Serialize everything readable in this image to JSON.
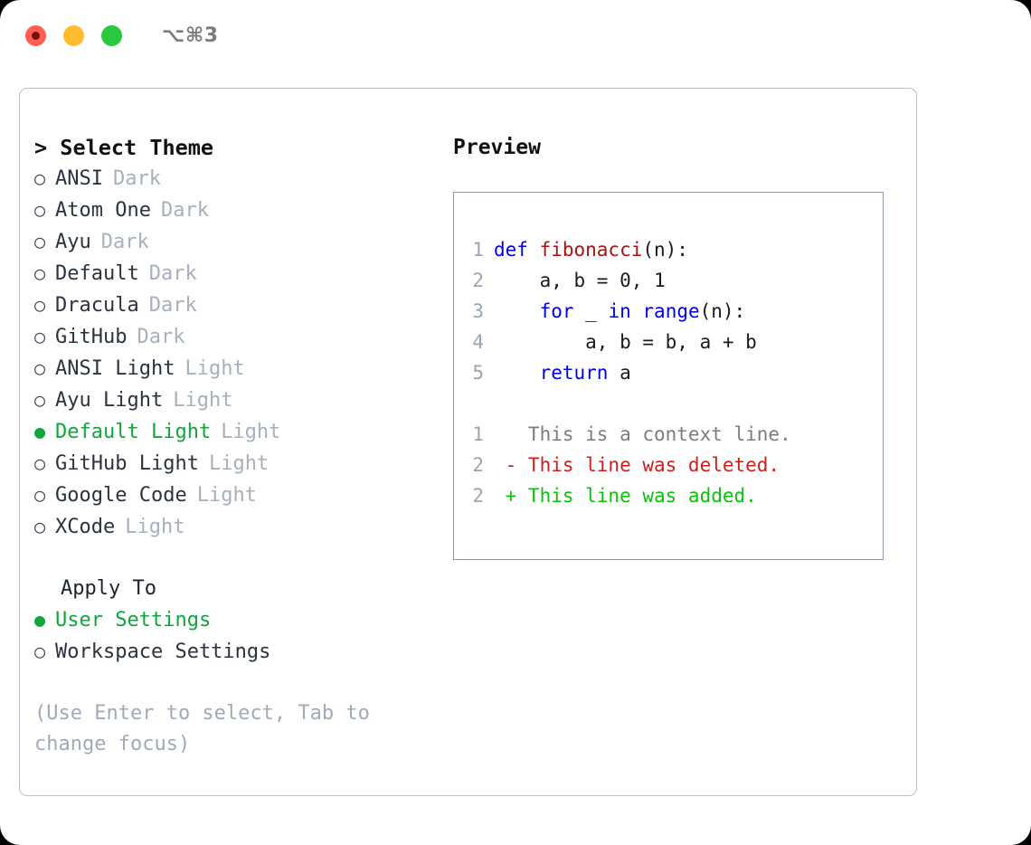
{
  "titlebar": {
    "shortcut": "⌥⌘3",
    "buttons": [
      {
        "name": "close",
        "color": "#ff5f57"
      },
      {
        "name": "minimize",
        "color": "#febc2e"
      },
      {
        "name": "maximize",
        "color": "#28c840"
      }
    ]
  },
  "left": {
    "heading": "> Select Theme",
    "themes": [
      {
        "bullet": "○",
        "name": "ANSI",
        "badge": "Dark",
        "selected": false
      },
      {
        "bullet": "○",
        "name": "Atom One",
        "badge": "Dark",
        "selected": false
      },
      {
        "bullet": "○",
        "name": "Ayu",
        "badge": "Dark",
        "selected": false
      },
      {
        "bullet": "○",
        "name": "Default",
        "badge": "Dark",
        "selected": false
      },
      {
        "bullet": "○",
        "name": "Dracula",
        "badge": "Dark",
        "selected": false
      },
      {
        "bullet": "○",
        "name": "GitHub",
        "badge": "Dark",
        "selected": false
      },
      {
        "bullet": "○",
        "name": "ANSI Light",
        "badge": "Light",
        "selected": false
      },
      {
        "bullet": "○",
        "name": "Ayu Light",
        "badge": "Light",
        "selected": false
      },
      {
        "bullet": "●",
        "name": "Default Light",
        "badge": "Light",
        "selected": true
      },
      {
        "bullet": "○",
        "name": "GitHub Light",
        "badge": "Light",
        "selected": false
      },
      {
        "bullet": "○",
        "name": "Google Code",
        "badge": "Light",
        "selected": false
      },
      {
        "bullet": "○",
        "name": "XCode",
        "badge": "Light",
        "selected": false
      }
    ],
    "apply_to": {
      "title": "Apply To",
      "options": [
        {
          "bullet": "●",
          "label": "User Settings",
          "selected": true
        },
        {
          "bullet": "○",
          "label": "Workspace Settings",
          "selected": false
        }
      ]
    },
    "hint": "(Use Enter to select, Tab to change focus)"
  },
  "right": {
    "title": "Preview",
    "code_lines": [
      {
        "num": "1",
        "tokens": [
          {
            "t": "def ",
            "c": "kw"
          },
          {
            "t": "fibonacci",
            "c": "fn"
          },
          {
            "t": "(n):",
            "c": "plain"
          }
        ]
      },
      {
        "num": "2",
        "tokens": [
          {
            "t": "    a, b = 0, 1",
            "c": "plain"
          }
        ]
      },
      {
        "num": "3",
        "tokens": [
          {
            "t": "    ",
            "c": "plain"
          },
          {
            "t": "for",
            "c": "kw"
          },
          {
            "t": " _ ",
            "c": "plain"
          },
          {
            "t": "in",
            "c": "kw"
          },
          {
            "t": " ",
            "c": "plain"
          },
          {
            "t": "range",
            "c": "kw"
          },
          {
            "t": "(n):",
            "c": "plain"
          }
        ]
      },
      {
        "num": "4",
        "tokens": [
          {
            "t": "        a, b = b, a + b",
            "c": "plain"
          }
        ]
      },
      {
        "num": "5",
        "tokens": [
          {
            "t": "    ",
            "c": "plain"
          },
          {
            "t": "return",
            "c": "kw"
          },
          {
            "t": " a",
            "c": "plain"
          }
        ]
      }
    ],
    "diff_lines": [
      {
        "num": "1",
        "marker": " ",
        "text": " This is a context line.",
        "kind": "ctx"
      },
      {
        "num": "2",
        "marker": "-",
        "text": " This line was deleted.",
        "kind": "del"
      },
      {
        "num": "2",
        "marker": "+",
        "text": " This line was added.",
        "kind": "add"
      }
    ]
  },
  "colors": {
    "accent_green": "#0da83c",
    "muted": "#a7b0bd",
    "keyword_blue": "#0000e6",
    "function_red": "#a31515",
    "diff_delete": "#cc1f1f",
    "diff_add": "#0ac20a",
    "border": "#8f9bab"
  }
}
